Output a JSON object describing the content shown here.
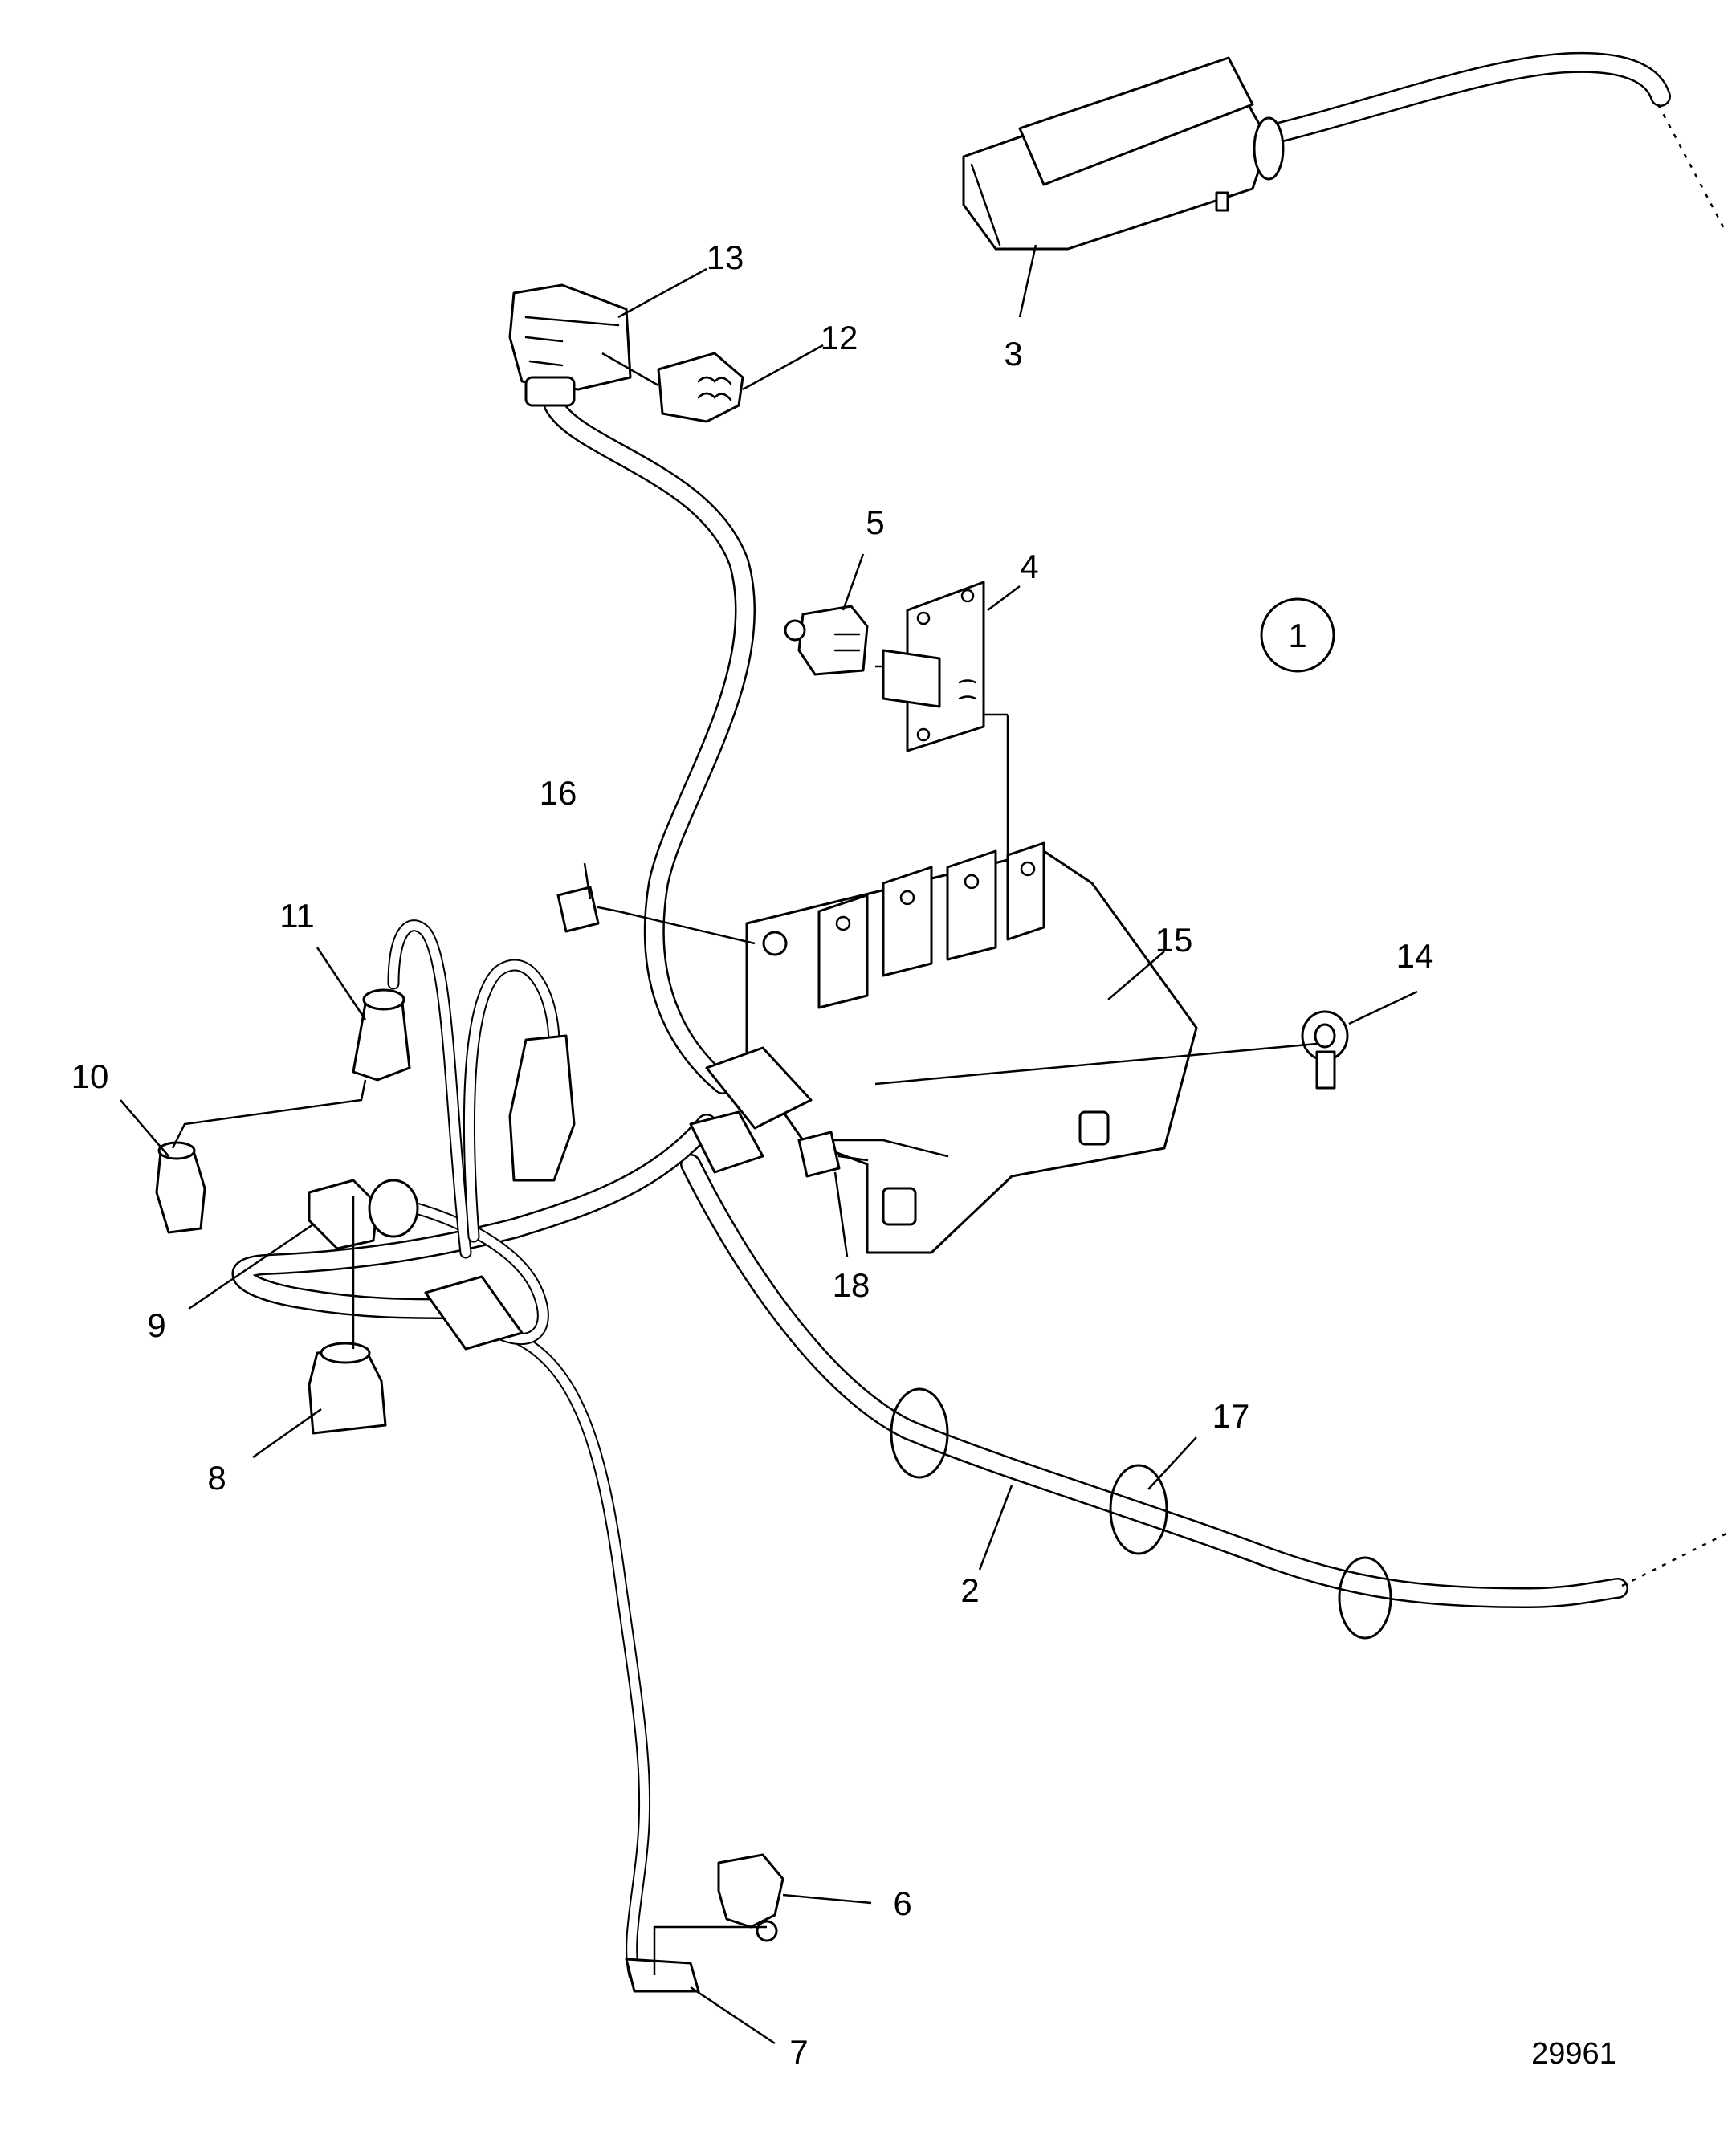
{
  "diagram": {
    "view_marker": "1",
    "figure_number": "29961",
    "callouts": [
      {
        "id": "c2",
        "label": "2"
      },
      {
        "id": "c3",
        "label": "3"
      },
      {
        "id": "c4",
        "label": "4"
      },
      {
        "id": "c5",
        "label": "5"
      },
      {
        "id": "c6",
        "label": "6"
      },
      {
        "id": "c7",
        "label": "7"
      },
      {
        "id": "c8",
        "label": "8"
      },
      {
        "id": "c9",
        "label": "9"
      },
      {
        "id": "c10",
        "label": "10"
      },
      {
        "id": "c11",
        "label": "11"
      },
      {
        "id": "c12",
        "label": "12"
      },
      {
        "id": "c13",
        "label": "13"
      },
      {
        "id": "c14",
        "label": "14"
      },
      {
        "id": "c15",
        "label": "15"
      },
      {
        "id": "c16",
        "label": "16"
      },
      {
        "id": "c17",
        "label": "17"
      },
      {
        "id": "c18",
        "label": "18"
      }
    ]
  }
}
